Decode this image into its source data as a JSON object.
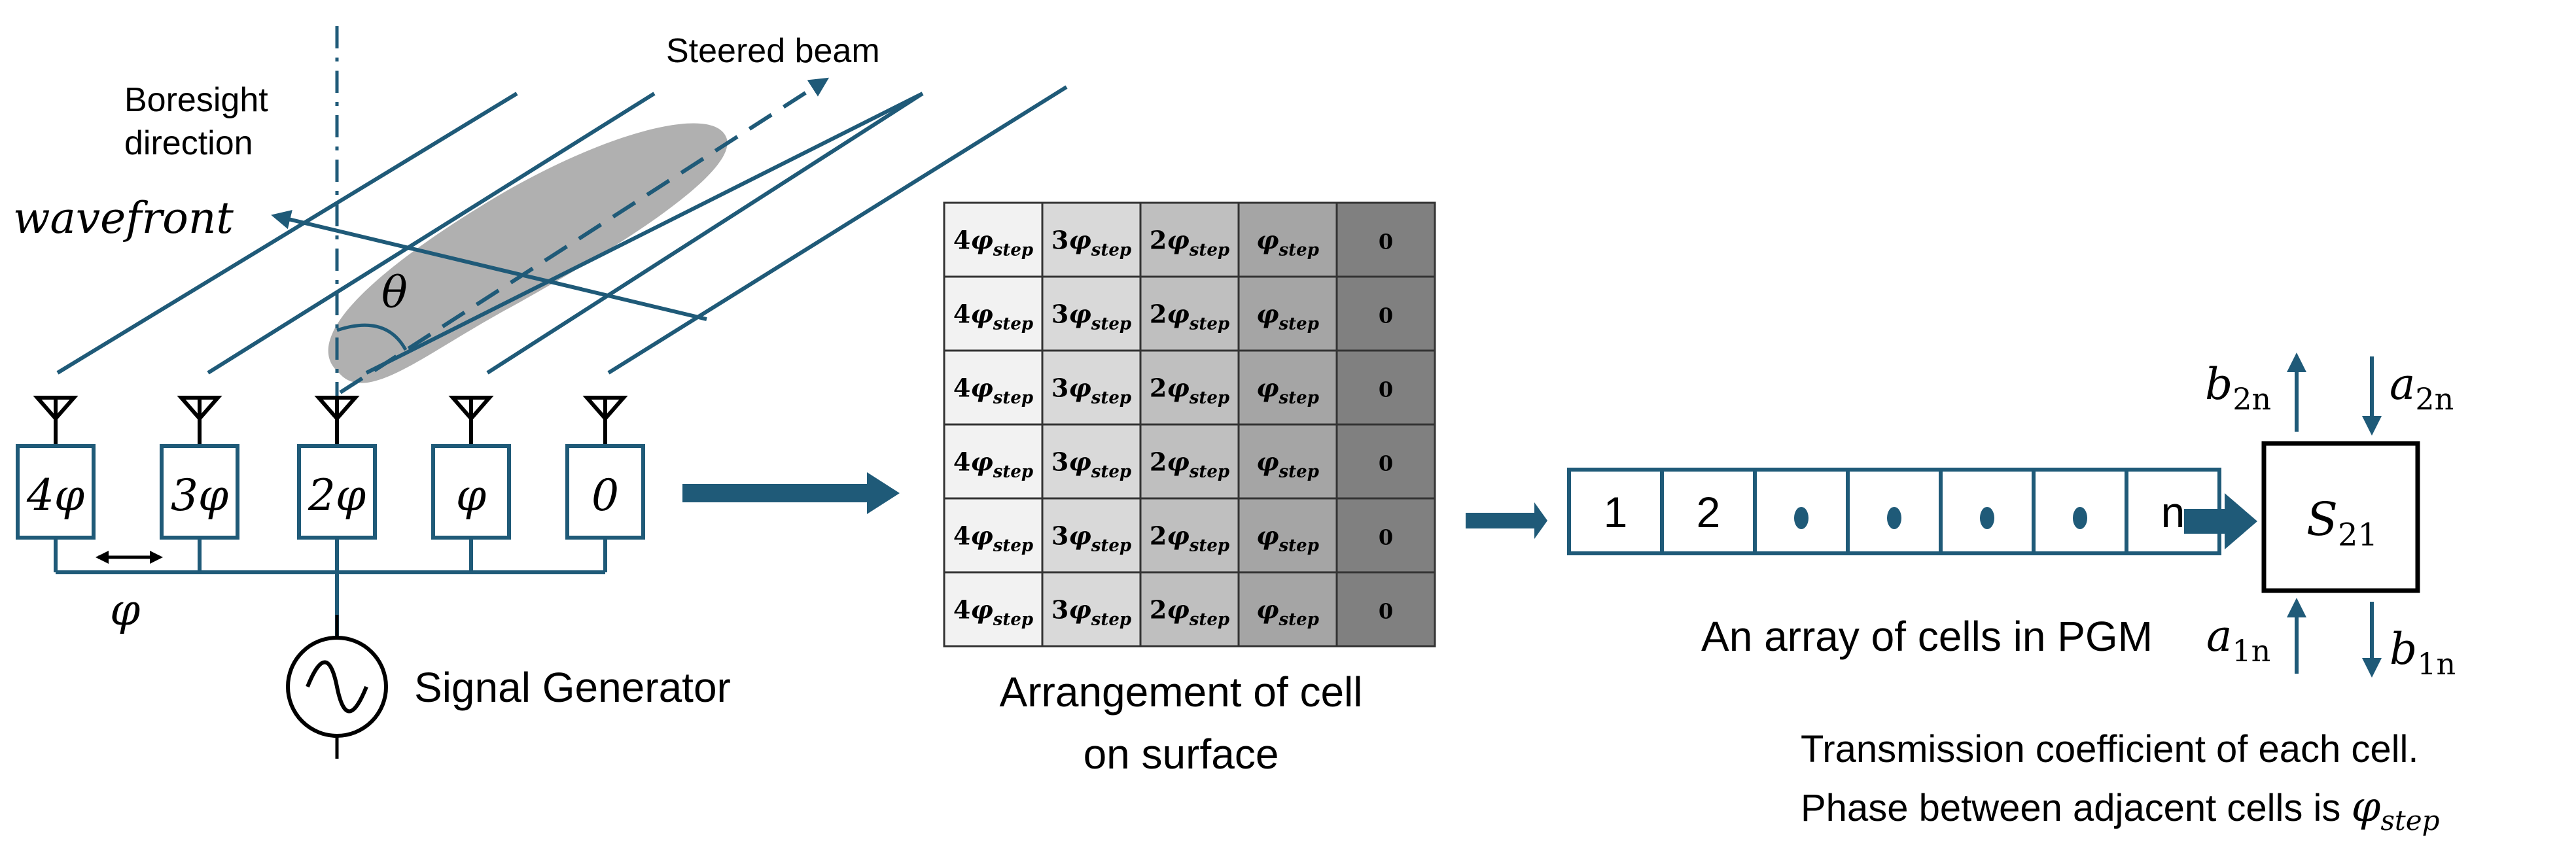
{
  "colors": {
    "line": "#1f5a78",
    "ink": "#000000",
    "beam": "#b0b0b0",
    "grid_border": "#333333",
    "column_shades": [
      "#f2f2f2",
      "#d9d9d9",
      "#bfbfbf",
      "#a5a5a5",
      "#808080"
    ]
  },
  "antenna_array": {
    "boresight_label_line1": "Boresight",
    "boresight_label_line2": "direction",
    "steered_beam_label": "Steered beam",
    "wavefront_label": "wavefront",
    "angle_label": "θ",
    "element_phases": [
      "4φ",
      "3φ",
      "2φ",
      "φ",
      "0"
    ],
    "spacing_label": "φ",
    "generator_label": "Signal Generator",
    "icons": [
      "antenna-icon",
      "sine-source-icon",
      "double-arrow-icon",
      "right-arrow-icon"
    ]
  },
  "surface": {
    "caption_line1": "Arrangement of cell",
    "caption_line2": "on surface",
    "rows": 6,
    "column_phases": [
      {
        "coef": "4",
        "symbol": "φ",
        "sub": "step"
      },
      {
        "coef": "3",
        "symbol": "φ",
        "sub": "step"
      },
      {
        "coef": "2",
        "symbol": "φ",
        "sub": "step"
      },
      {
        "coef": "",
        "symbol": "φ",
        "sub": "step"
      },
      {
        "coef": "0",
        "symbol": "",
        "sub": ""
      }
    ]
  },
  "pgm_array": {
    "cells": [
      "1",
      "2",
      "•",
      "•",
      "•",
      "•",
      "n"
    ],
    "caption": "An array of cells in PGM"
  },
  "two_port": {
    "block_label": {
      "main": "S",
      "sub": "21"
    },
    "b2n": {
      "main": "b",
      "sub": "2n"
    },
    "a2n": {
      "main": "a",
      "sub": "2n"
    },
    "a1n": {
      "main": "a",
      "sub": "1n"
    },
    "b1n": {
      "main": "b",
      "sub": "1n"
    },
    "note_line1": "Transmission coefficient of each cell.",
    "note_line2_prefix": "Phase between adjacent cells is ",
    "note_line2_symbol": {
      "main": "φ",
      "sub": "step"
    }
  }
}
